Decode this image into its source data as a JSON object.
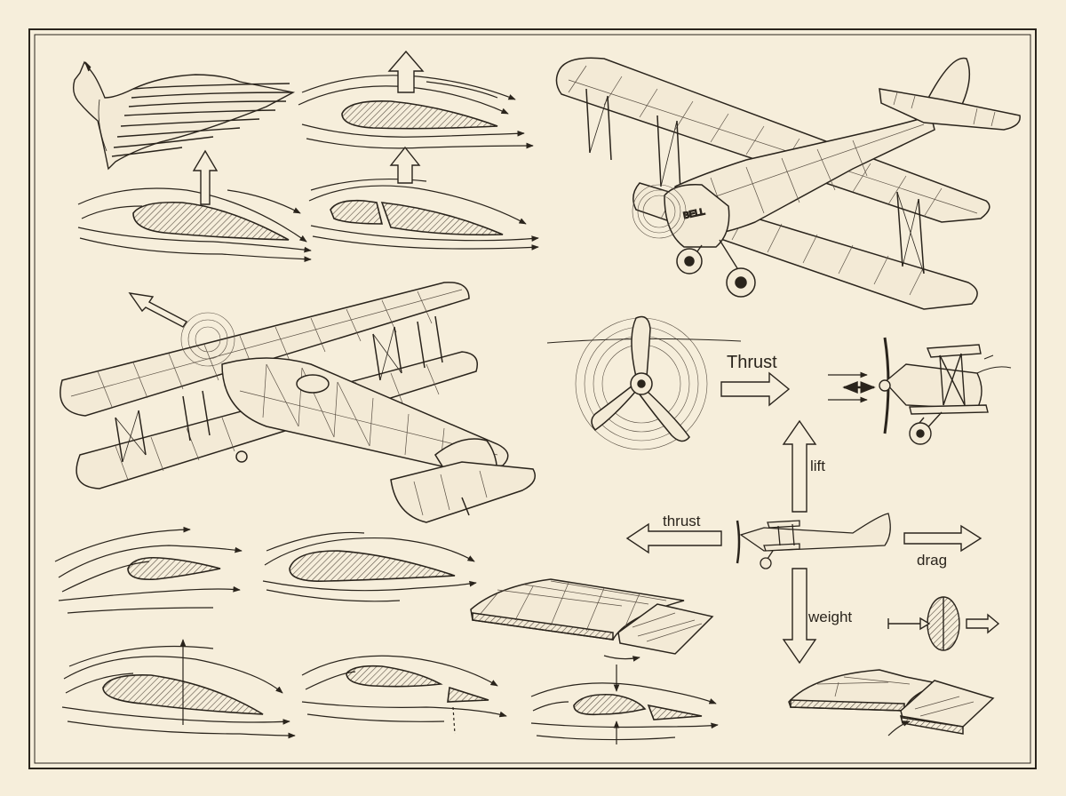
{
  "colors": {
    "paper": "#f6eedb",
    "ink": "#2a241c",
    "hatch": "#5a5044"
  },
  "labels": {
    "thrust_upper": "Thrust",
    "lift": "lift",
    "thrust_lower": "thrust",
    "drag": "drag",
    "weight": "weight",
    "nose_text": "BELL"
  },
  "icons": [
    "bird-wing-icon",
    "airfoil-icon",
    "biplane-icon",
    "propeller-icon",
    "arrow-icon",
    "wing-flap-icon",
    "parachute-icon"
  ]
}
